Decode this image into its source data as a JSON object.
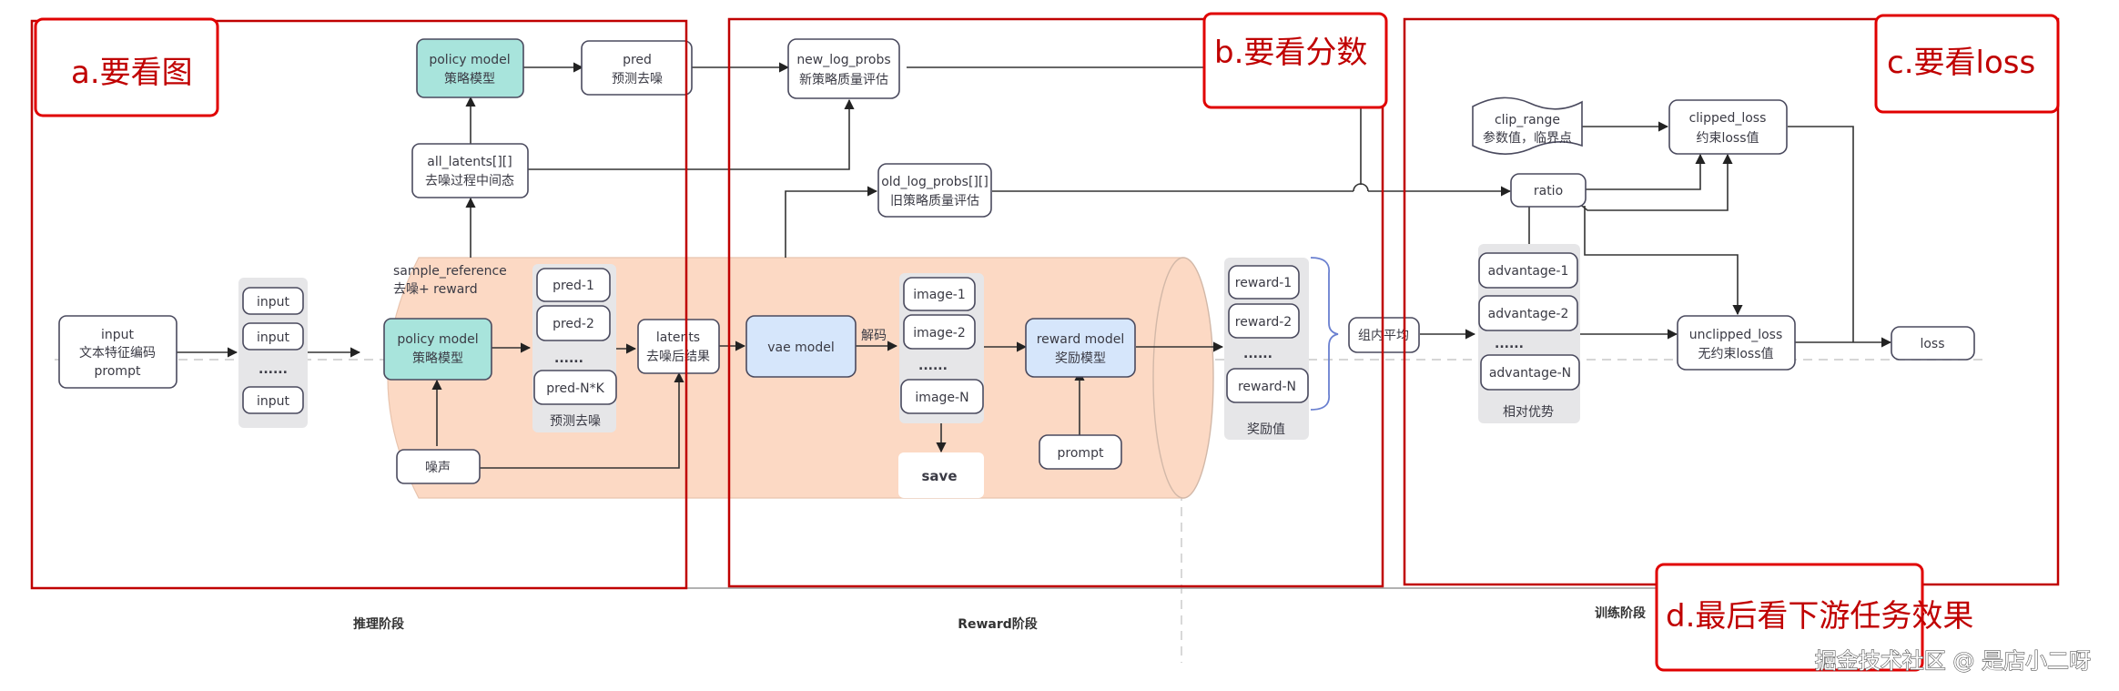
{
  "colors": {
    "region_border": "#c00000",
    "callout_border": "#e00000",
    "cylinder_fill": "#fcd9c4",
    "policy_model_fill": "#a8e4dc",
    "model_fill_blue": "#d6e6fb",
    "group_background": "#e6e6e8",
    "brace_color": "#6a80d0"
  },
  "callouts": {
    "a": "a.要看图",
    "b": "b.要看分数",
    "c": "c.要看loss",
    "d": "d.最后看下游任务效果"
  },
  "stages": {
    "inference": "推理阶段",
    "reward": "Reward阶段",
    "training": "训练阶段"
  },
  "watermark": "掘金技术社区 @ 是店小二呀",
  "inference": {
    "input_prompt": {
      "line1": "input",
      "line2": "文本特征编码",
      "line3": "prompt"
    },
    "inputs": [
      "input",
      "input",
      "......",
      "input"
    ],
    "sample_reference": {
      "line1": "sample_reference",
      "line2": "去噪+ reward"
    },
    "policy_model_inner": {
      "line1": "policy model",
      "line2": "策略模型"
    },
    "policy_model_top": {
      "line1": "policy model",
      "line2": "策略模型"
    },
    "pred_top": {
      "line1": "pred",
      "line2": "预测去噪"
    },
    "all_latents": {
      "line1": "all_latents[][]",
      "line2": "去噪过程中间态"
    },
    "preds": [
      "pred-1",
      "pred-2",
      "......",
      "pred-N*K"
    ],
    "preds_caption": "预测去噪",
    "noise": "噪声",
    "latents": {
      "line1": "latents",
      "line2": "去噪后结果"
    }
  },
  "reward": {
    "new_log_probs": {
      "line1": "new_log_probs",
      "line2": "新策略质量评估"
    },
    "old_log_probs": {
      "line1": "old_log_probs[][]",
      "line2": "旧策略质量评估"
    },
    "vae_model": "vae model",
    "decode_label": "解码",
    "images": [
      "image-1",
      "image-2",
      "......",
      "image-N"
    ],
    "save": "save",
    "reward_model": {
      "line1": "reward model",
      "line2": "奖励模型"
    },
    "prompt": "prompt",
    "rewards": [
      "reward-1",
      "reward-2",
      "......",
      "reward-N"
    ],
    "rewards_caption": "奖励值",
    "group_mean": "组内平均"
  },
  "training": {
    "clip_range": {
      "line1": "clip_range",
      "line2": "参数值，临界点"
    },
    "clipped_loss": {
      "line1": "clipped_loss",
      "line2": "约束loss值"
    },
    "ratio": "ratio",
    "advantages": [
      "advantage-1",
      "advantage-2",
      "......",
      "advantage-N"
    ],
    "advantages_caption": "相对优势",
    "unclipped_loss": {
      "line1": "unclipped_loss",
      "line2": "无约束loss值"
    },
    "loss": "loss"
  }
}
